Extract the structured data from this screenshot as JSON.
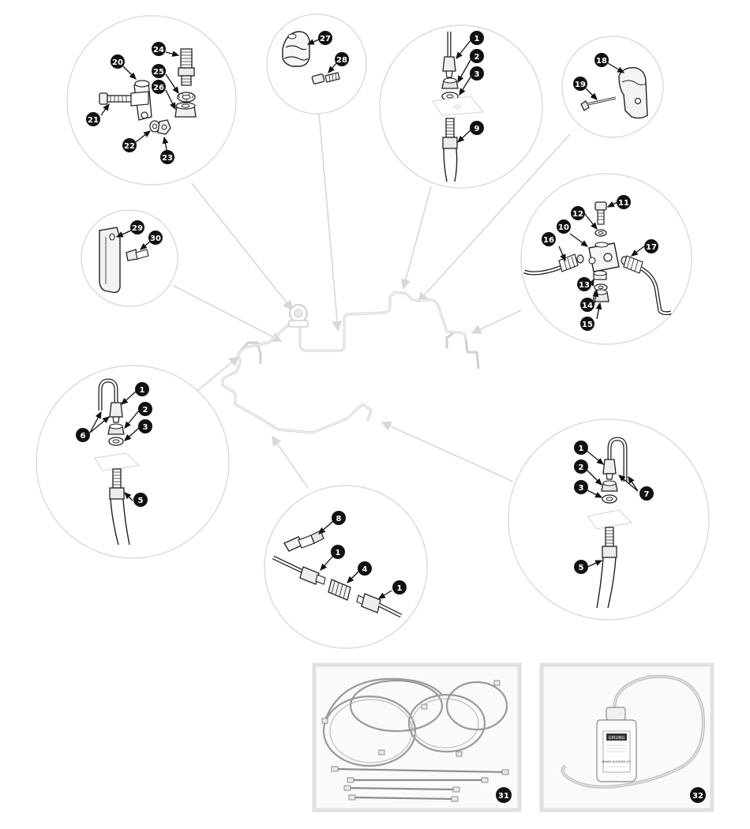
{
  "callouts": {
    "c1": "1",
    "c2": "2",
    "c3": "3",
    "c4": "4",
    "c5": "5",
    "c6": "6",
    "c7": "7",
    "c8": "8",
    "c9": "9",
    "c10": "10",
    "c11": "11",
    "c12": "12",
    "c13": "13",
    "c14": "14",
    "c15": "15",
    "c16": "16",
    "c17": "17",
    "c18": "18",
    "c19": "19",
    "c20": "20",
    "c21": "21",
    "c22": "22",
    "c23": "23",
    "c24": "24",
    "c25": "25",
    "c26": "26",
    "c27": "27",
    "c28": "28",
    "c29": "29",
    "c30": "30",
    "c31": "31",
    "c32": "32"
  },
  "panels": {
    "kit_label": "31",
    "fluid_label": "32"
  },
  "bottle_label": {
    "brand": "GIRLING",
    "line1": "BRAKE BLEEDER KIT"
  }
}
